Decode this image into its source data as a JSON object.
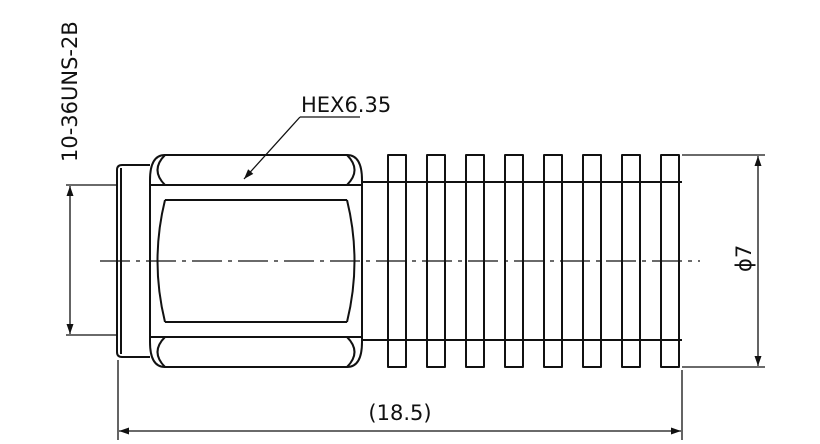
{
  "drawing": {
    "thread_label": "10-36UNS-2B",
    "hex_label": "HEX6.35",
    "diameter_label": "ϕ7",
    "length_label": "(18.5)",
    "fin_count": 8,
    "line_color": "#111111",
    "background_color": "#ffffff"
  }
}
